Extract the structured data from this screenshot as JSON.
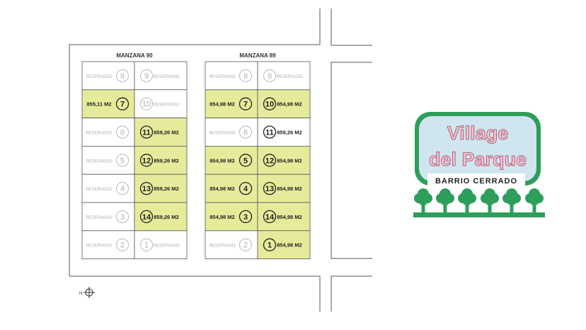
{
  "colors": {
    "available": "#e6eb9b",
    "reserved_text": "#b0b0b0",
    "line": "#444444",
    "logo_green": "#2e9e5b",
    "logo_sky": "#cfe6f1",
    "logo_text": "#f4c2cf"
  },
  "blocks": [
    {
      "title": "MANZANA 90",
      "lots": [
        {
          "left": {
            "num": "8",
            "label": "RESERVADO",
            "status": "reserved"
          },
          "right": {
            "num": "9",
            "label": "RESERVADO",
            "status": "reserved"
          }
        },
        {
          "left": {
            "num": "7",
            "label": "855,11 M2",
            "status": "available"
          },
          "right": {
            "num": "10",
            "label": "RESERVADO",
            "status": "reserved"
          }
        },
        {
          "left": {
            "num": "6",
            "label": "RESERVADO",
            "status": "reserved"
          },
          "right": {
            "num": "11",
            "label": "859,26 M2",
            "status": "available"
          }
        },
        {
          "left": {
            "num": "5",
            "label": "RESERVADO",
            "status": "reserved"
          },
          "right": {
            "num": "12",
            "label": "859,26 M2",
            "status": "available"
          }
        },
        {
          "left": {
            "num": "4",
            "label": "RESERVADO",
            "status": "reserved"
          },
          "right": {
            "num": "13",
            "label": "859,26 M2",
            "status": "available"
          }
        },
        {
          "left": {
            "num": "3",
            "label": "RESERVADO",
            "status": "reserved"
          },
          "right": {
            "num": "14",
            "label": "859,26 M2",
            "status": "available"
          }
        },
        {
          "left": {
            "num": "2",
            "label": "RESERVADO",
            "status": "reserved"
          },
          "right": {
            "num": "1",
            "label": "RESERVADO",
            "status": "reserved"
          }
        }
      ]
    },
    {
      "title": "MANZANA 89",
      "lots": [
        {
          "left": {
            "num": "8",
            "label": "RESERVADO",
            "status": "reserved"
          },
          "right": {
            "num": "9",
            "label": "RESERVADO",
            "status": "reserved"
          }
        },
        {
          "left": {
            "num": "7",
            "label": "854,98 M2",
            "status": "available"
          },
          "right": {
            "num": "10",
            "label": "854,98 M2",
            "status": "available"
          }
        },
        {
          "left": {
            "num": "6",
            "label": "RESERVADO",
            "status": "reserved"
          },
          "right": {
            "num": "11",
            "label": "859,26 M2",
            "status": "sold"
          }
        },
        {
          "left": {
            "num": "5",
            "label": "854,98 M2",
            "status": "available"
          },
          "right": {
            "num": "12",
            "label": "854,98 M2",
            "status": "available"
          }
        },
        {
          "left": {
            "num": "4",
            "label": "854,98 M2",
            "status": "available"
          },
          "right": {
            "num": "13",
            "label": "854,98 M2",
            "status": "available"
          }
        },
        {
          "left": {
            "num": "3",
            "label": "854,98 M2",
            "status": "available"
          },
          "right": {
            "num": "14",
            "label": "854,98 M2",
            "status": "available"
          }
        },
        {
          "left": {
            "num": "2",
            "label": "RESERVADO",
            "status": "reserved"
          },
          "right": {
            "num": "1",
            "label": "854,98 M2",
            "status": "available"
          }
        }
      ]
    }
  ],
  "compass": {
    "label": "N",
    "icon": "compass-icon"
  },
  "logo": {
    "line1": "Village",
    "line2": "del Parque",
    "subtitle": "BARRIO CERRADO",
    "icon": "tree-icon"
  }
}
